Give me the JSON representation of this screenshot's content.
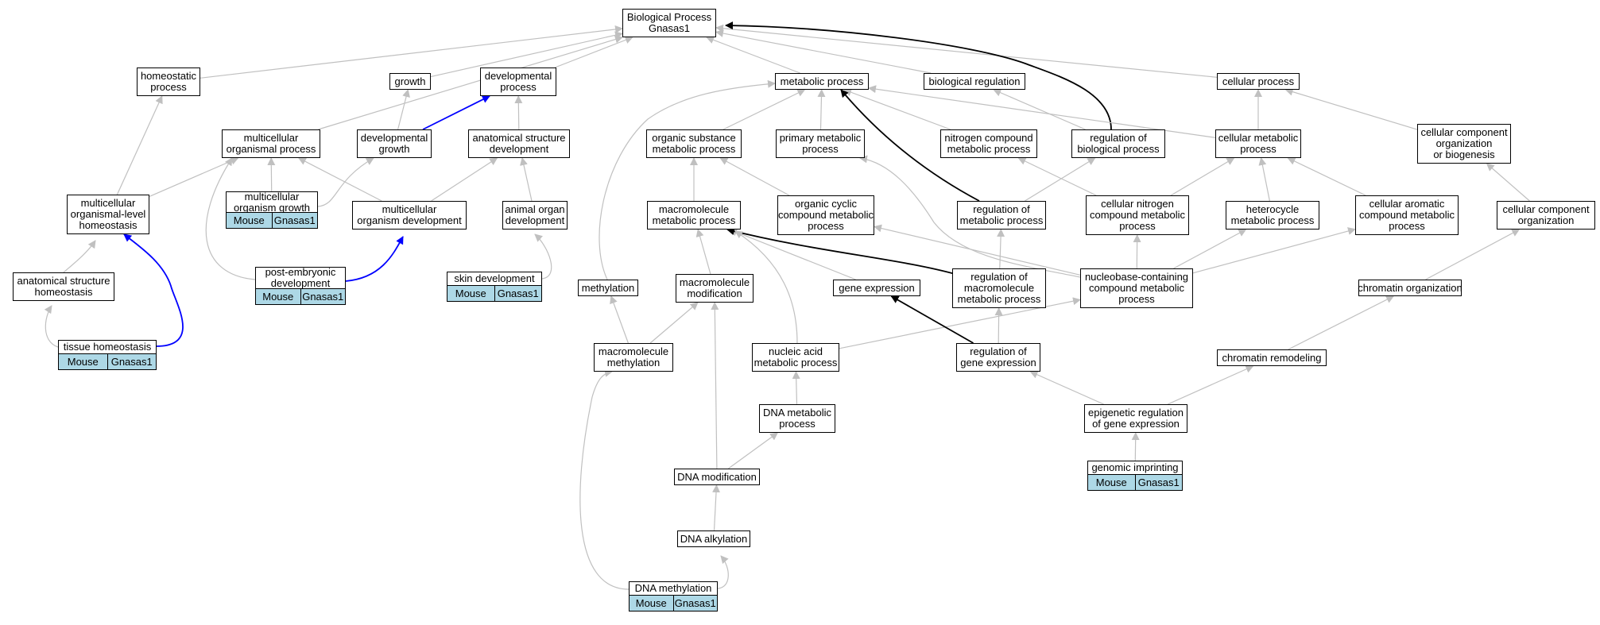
{
  "nodes": [
    {
      "id": "root",
      "lines": [
        "Biological Process",
        "Gnasas1"
      ]
    },
    {
      "id": "homeostatic",
      "lines": [
        "homeostatic",
        "process"
      ]
    },
    {
      "id": "growth",
      "lines": [
        "growth"
      ]
    },
    {
      "id": "devproc",
      "lines": [
        "developmental",
        "process"
      ]
    },
    {
      "id": "metabolic",
      "lines": [
        "metabolic process"
      ]
    },
    {
      "id": "bioreg",
      "lines": [
        "biological regulation"
      ]
    },
    {
      "id": "cellproc",
      "lines": [
        "cellular process"
      ]
    },
    {
      "id": "multiproc",
      "lines": [
        "multicellular",
        "organismal process"
      ]
    },
    {
      "id": "devgrowth",
      "lines": [
        "developmental",
        "growth"
      ]
    },
    {
      "id": "asdev",
      "lines": [
        "anatomical structure",
        "development"
      ]
    },
    {
      "id": "orgsub",
      "lines": [
        "organic substance",
        "metabolic process"
      ]
    },
    {
      "id": "primary",
      "lines": [
        "primary metabolic",
        "process"
      ]
    },
    {
      "id": "nitrogen",
      "lines": [
        "nitrogen compound",
        "metabolic process"
      ]
    },
    {
      "id": "regbio",
      "lines": [
        "regulation of",
        "biological process"
      ]
    },
    {
      "id": "cellmet",
      "lines": [
        "cellular metabolic",
        "process"
      ]
    },
    {
      "id": "ccob",
      "lines": [
        "cellular component",
        "organization",
        "or biogenesis"
      ]
    },
    {
      "id": "mohomeo",
      "lines": [
        "multicellular",
        "organismal-level",
        "homeostasis"
      ]
    },
    {
      "id": "mogrowth",
      "lines": [
        "multicellular",
        "organism growth"
      ]
    },
    {
      "id": "modev",
      "lines": [
        "multicellular",
        "organism development"
      ]
    },
    {
      "id": "aodev",
      "lines": [
        "animal organ",
        "development"
      ]
    },
    {
      "id": "macromet",
      "lines": [
        "macromolecule",
        "metabolic process"
      ]
    },
    {
      "id": "occm",
      "lines": [
        "organic cyclic",
        "compound metabolic",
        "process"
      ]
    },
    {
      "id": "regmet",
      "lines": [
        "regulation of",
        "metabolic process"
      ]
    },
    {
      "id": "cncm",
      "lines": [
        "cellular nitrogen",
        "compound metabolic",
        "process"
      ]
    },
    {
      "id": "hetero",
      "lines": [
        "heterocycle",
        "metabolic process"
      ]
    },
    {
      "id": "cacm",
      "lines": [
        "cellular aromatic",
        "compound metabolic",
        "process"
      ]
    },
    {
      "id": "ccorg",
      "lines": [
        "cellular component",
        "organization"
      ]
    },
    {
      "id": "ashomeo",
      "lines": [
        "anatomical structure",
        "homeostasis"
      ]
    },
    {
      "id": "postemb",
      "lines": [
        "post-embryonic",
        "development"
      ]
    },
    {
      "id": "skindev",
      "lines": [
        "skin development"
      ]
    },
    {
      "id": "methylation",
      "lines": [
        "methylation"
      ]
    },
    {
      "id": "macromod",
      "lines": [
        "macromolecule",
        "modification"
      ]
    },
    {
      "id": "geneexpr",
      "lines": [
        "gene expression"
      ]
    },
    {
      "id": "regmacro",
      "lines": [
        "regulation of",
        "macromolecule",
        "metabolic process"
      ]
    },
    {
      "id": "nbcm",
      "lines": [
        "nucleobase-containing",
        "compound metabolic",
        "process"
      ]
    },
    {
      "id": "chromorg",
      "lines": [
        "chromatin organization"
      ]
    },
    {
      "id": "tissue",
      "lines": [
        "tissue homeostasis"
      ]
    },
    {
      "id": "macromethyl",
      "lines": [
        "macromolecule",
        "methylation"
      ]
    },
    {
      "id": "nucleic",
      "lines": [
        "nucleic acid",
        "metabolic process"
      ]
    },
    {
      "id": "reggene",
      "lines": [
        "regulation of",
        "gene expression"
      ]
    },
    {
      "id": "chromrem",
      "lines": [
        "chromatin remodeling"
      ]
    },
    {
      "id": "dnamet",
      "lines": [
        "DNA metabolic",
        "process"
      ]
    },
    {
      "id": "epigen",
      "lines": [
        "epigenetic regulation",
        "of gene expression"
      ]
    },
    {
      "id": "dnamod",
      "lines": [
        "DNA modification"
      ]
    },
    {
      "id": "genimp",
      "lines": [
        "genomic imprinting"
      ]
    },
    {
      "id": "dnaalk",
      "lines": [
        "DNA alkylation"
      ]
    },
    {
      "id": "dnamethyl",
      "lines": [
        "DNA methylation"
      ]
    }
  ],
  "annotations": [
    {
      "node": "mogrowth",
      "species": "Mouse",
      "gene": "Gnasas1"
    },
    {
      "node": "postemb",
      "species": "Mouse",
      "gene": "Gnasas1"
    },
    {
      "node": "skindev",
      "species": "Mouse",
      "gene": "Gnasas1"
    },
    {
      "node": "tissue",
      "species": "Mouse",
      "gene": "Gnasas1"
    },
    {
      "node": "genimp",
      "species": "Mouse",
      "gene": "Gnasas1"
    },
    {
      "node": "dnamethyl",
      "species": "Mouse",
      "gene": "Gnasas1"
    }
  ],
  "edges": [
    {
      "from": "homeostatic",
      "to": "root",
      "color": "gray"
    },
    {
      "from": "growth",
      "to": "root",
      "color": "gray"
    },
    {
      "from": "devproc",
      "to": "root",
      "color": "gray"
    },
    {
      "from": "metabolic",
      "to": "root",
      "color": "gray"
    },
    {
      "from": "bioreg",
      "to": "root",
      "color": "gray"
    },
    {
      "from": "cellproc",
      "to": "root",
      "color": "gray"
    },
    {
      "from": "multiproc",
      "to": "root",
      "color": "gray"
    },
    {
      "from": "regbio",
      "to": "root",
      "color": "black"
    },
    {
      "from": "devgrowth",
      "to": "growth",
      "color": "gray"
    },
    {
      "from": "devgrowth",
      "to": "devproc",
      "color": "blue"
    },
    {
      "from": "asdev",
      "to": "devproc",
      "color": "gray"
    },
    {
      "from": "orgsub",
      "to": "metabolic",
      "color": "gray"
    },
    {
      "from": "primary",
      "to": "metabolic",
      "color": "gray"
    },
    {
      "from": "nitrogen",
      "to": "metabolic",
      "color": "gray"
    },
    {
      "from": "cellmet",
      "to": "metabolic",
      "color": "gray"
    },
    {
      "from": "regmet",
      "to": "metabolic",
      "color": "black"
    },
    {
      "from": "regbio",
      "to": "bioreg",
      "color": "gray"
    },
    {
      "from": "cellmet",
      "to": "cellproc",
      "color": "gray"
    },
    {
      "from": "ccob",
      "to": "cellproc",
      "color": "gray"
    },
    {
      "from": "mohomeo",
      "to": "homeostatic",
      "color": "gray"
    },
    {
      "from": "mohomeo",
      "to": "multiproc",
      "color": "gray"
    },
    {
      "from": "mogrowth",
      "to": "multiproc",
      "color": "gray"
    },
    {
      "from": "mogrowth",
      "to": "devgrowth",
      "color": "gray"
    },
    {
      "from": "modev",
      "to": "multiproc",
      "color": "gray"
    },
    {
      "from": "modev",
      "to": "asdev",
      "color": "gray"
    },
    {
      "from": "aodev",
      "to": "asdev",
      "color": "gray"
    },
    {
      "from": "macromet",
      "to": "orgsub",
      "color": "gray"
    },
    {
      "from": "occm",
      "to": "orgsub",
      "color": "gray"
    },
    {
      "from": "regmet",
      "to": "regbio",
      "color": "gray"
    },
    {
      "from": "cncm",
      "to": "nitrogen",
      "color": "gray"
    },
    {
      "from": "cncm",
      "to": "cellmet",
      "color": "gray"
    },
    {
      "from": "hetero",
      "to": "cellmet",
      "color": "gray"
    },
    {
      "from": "cacm",
      "to": "cellmet",
      "color": "gray"
    },
    {
      "from": "ccorg",
      "to": "ccob",
      "color": "gray"
    },
    {
      "from": "ashomeo",
      "to": "mohomeo",
      "color": "gray"
    },
    {
      "from": "tissue",
      "to": "ashomeo",
      "color": "gray"
    },
    {
      "from": "tissue",
      "to": "mohomeo",
      "color": "blue"
    },
    {
      "from": "postemb",
      "to": "multiproc",
      "color": "gray"
    },
    {
      "from": "postemb",
      "to": "modev",
      "color": "blue"
    },
    {
      "from": "skindev",
      "to": "aodev",
      "color": "gray"
    },
    {
      "from": "methylation",
      "to": "metabolic",
      "color": "gray"
    },
    {
      "from": "macromod",
      "to": "macromet",
      "color": "gray"
    },
    {
      "from": "geneexpr",
      "to": "macromet",
      "color": "gray"
    },
    {
      "from": "regmacro",
      "to": "macromet",
      "color": "black"
    },
    {
      "from": "regmacro",
      "to": "regmet",
      "color": "gray"
    },
    {
      "from": "nbcm",
      "to": "occm",
      "color": "gray"
    },
    {
      "from": "nbcm",
      "to": "cncm",
      "color": "gray"
    },
    {
      "from": "nbcm",
      "to": "hetero",
      "color": "gray"
    },
    {
      "from": "nbcm",
      "to": "cacm",
      "color": "gray"
    },
    {
      "from": "nbcm",
      "to": "primary",
      "color": "gray"
    },
    {
      "from": "chromorg",
      "to": "ccorg",
      "color": "gray"
    },
    {
      "from": "macromethyl",
      "to": "methylation",
      "color": "gray"
    },
    {
      "from": "macromethyl",
      "to": "macromod",
      "color": "gray"
    },
    {
      "from": "nucleic",
      "to": "macromet",
      "color": "gray"
    },
    {
      "from": "nucleic",
      "to": "nbcm",
      "color": "gray"
    },
    {
      "from": "reggene",
      "to": "regmacro",
      "color": "gray"
    },
    {
      "from": "reggene",
      "to": "geneexpr",
      "color": "black"
    },
    {
      "from": "chromrem",
      "to": "chromorg",
      "color": "gray"
    },
    {
      "from": "dnamet",
      "to": "nucleic",
      "color": "gray"
    },
    {
      "from": "epigen",
      "to": "reggene",
      "color": "gray"
    },
    {
      "from": "epigen",
      "to": "chromrem",
      "color": "gray"
    },
    {
      "from": "dnamod",
      "to": "macromod",
      "color": "gray"
    },
    {
      "from": "dnamod",
      "to": "dnamet",
      "color": "gray"
    },
    {
      "from": "genimp",
      "to": "epigen",
      "color": "gray"
    },
    {
      "from": "dnaalk",
      "to": "dnamod",
      "color": "gray"
    },
    {
      "from": "dnamethyl",
      "to": "dnaalk",
      "color": "gray"
    },
    {
      "from": "dnamethyl",
      "to": "macromethyl",
      "color": "gray"
    }
  ],
  "colors": {
    "gray": "#c0c0c0",
    "black": "#000000",
    "blue": "#0000ff",
    "annotation": "#add8e6"
  }
}
